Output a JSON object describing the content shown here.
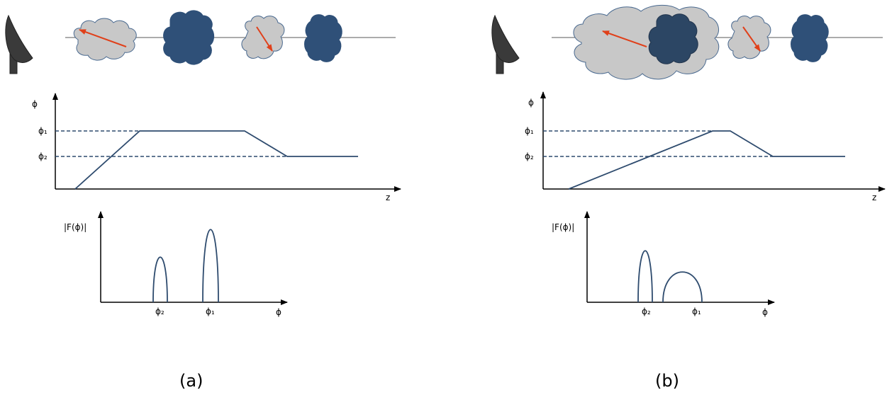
{
  "panels": [
    {
      "caption": "(a)",
      "phi_axis_label": "ϕ",
      "z_axis_label": "z",
      "level_1_label": "ϕ₁",
      "level_2_label": "ϕ₂",
      "spectrum_y_label": "|F(ϕ)|",
      "spectrum_x_label": "ϕ",
      "peak_2_label": "ϕ₂",
      "peak_1_label": "ϕ₁"
    },
    {
      "caption": "(b)",
      "phi_axis_label": "ϕ",
      "z_axis_label": "z",
      "level_1_label": "ϕ₁",
      "level_2_label": "ϕ₂",
      "spectrum_y_label": "|F(ϕ)|",
      "spectrum_x_label": "ϕ",
      "peak_2_label": "ϕ₂",
      "peak_1_label": "ϕ₁"
    }
  ],
  "colors": {
    "axis": "#000000",
    "curve": "#2e4b6e",
    "dark_cloud": "#2f5078",
    "light_cloud": "#c8c8c8",
    "cloud_outline": "#4a6a90",
    "arrow": "#e0401a",
    "dish": "#3a3a3a",
    "line_of_sight": "#7a7a7a"
  }
}
